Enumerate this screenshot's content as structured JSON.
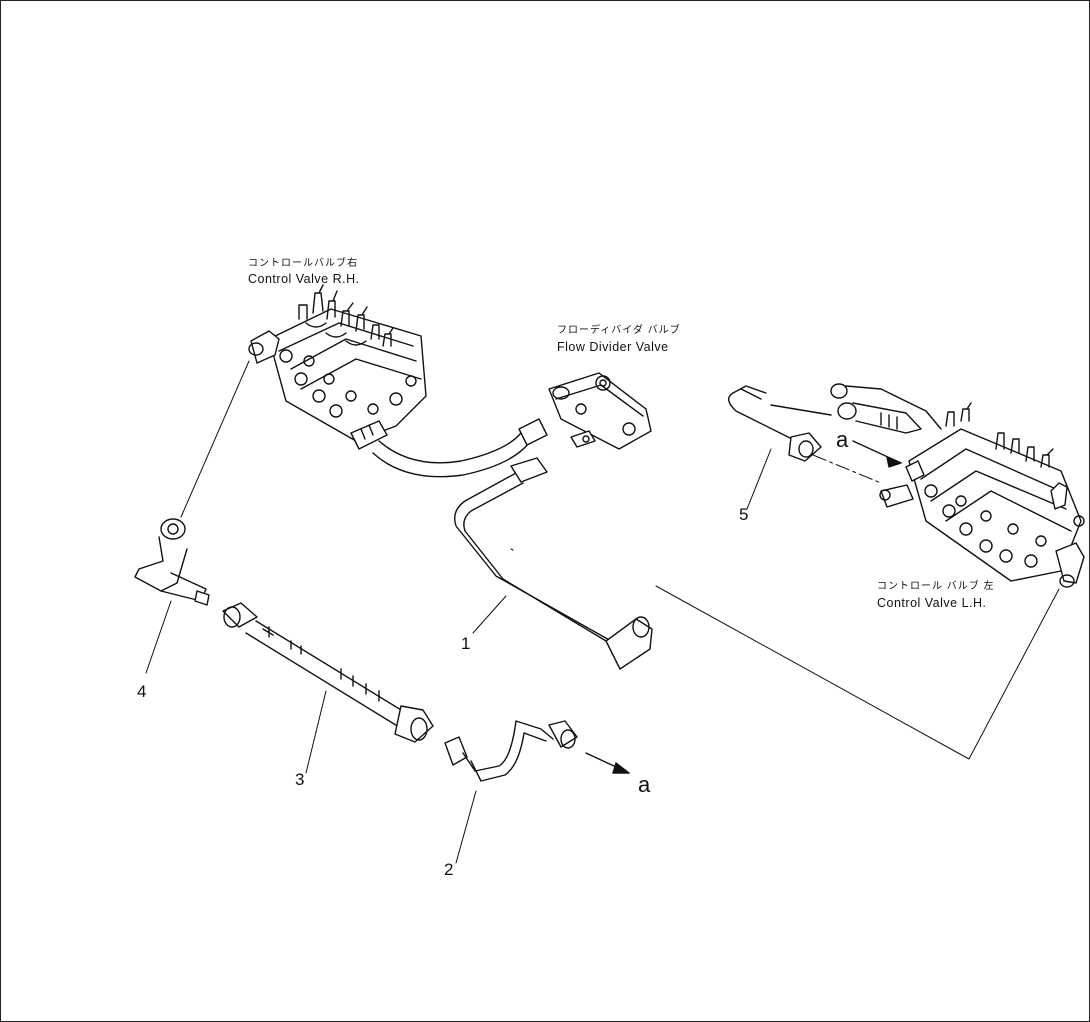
{
  "labels": {
    "control_valve_rh_jp": "コントロールバルブ右",
    "control_valve_rh_en": "Control Valve R.H.",
    "flow_divider_jp": "フローディバイダ バルブ",
    "flow_divider_en": "Flow Divider Valve",
    "control_valve_lh_jp": "コントロール バルブ 左",
    "control_valve_lh_en": "Control Valve L.H."
  },
  "part_numbers": [
    "1",
    "2",
    "3",
    "4",
    "5"
  ],
  "connection_marks": {
    "a_top": "a",
    "a_bottom": "a"
  }
}
